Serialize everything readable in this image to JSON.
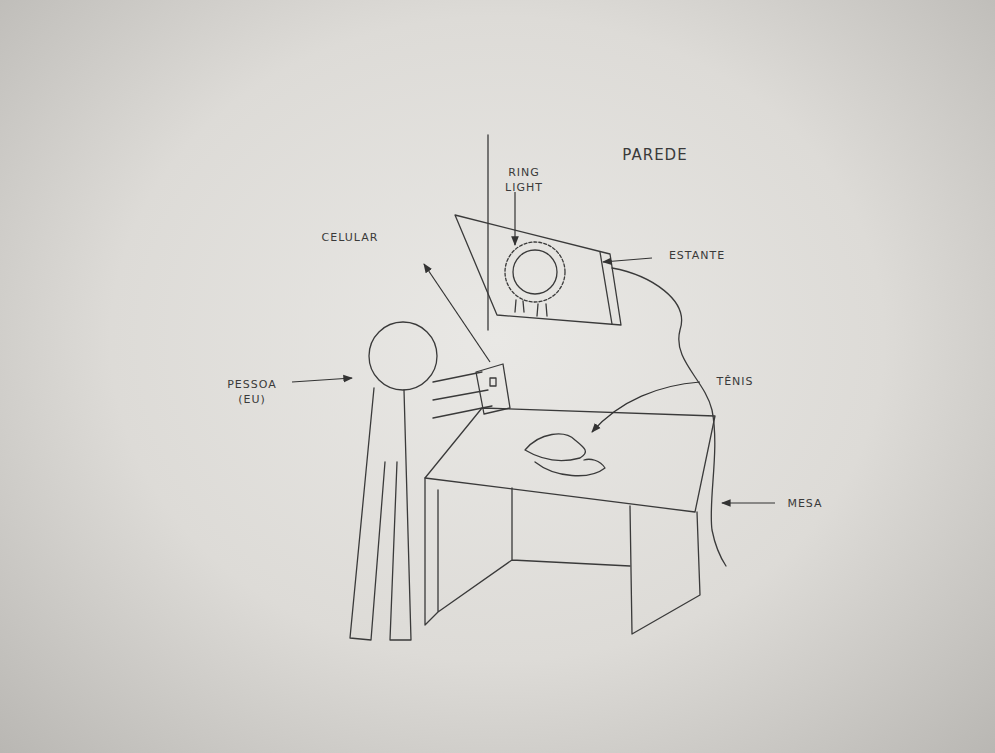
{
  "diagram": {
    "labels": [
      "PAREDE",
      "RING LIGHT",
      "CELULAR",
      "ESTANTE",
      "PESSOA (EU)",
      "TÊNIS",
      "MESA"
    ]
  }
}
